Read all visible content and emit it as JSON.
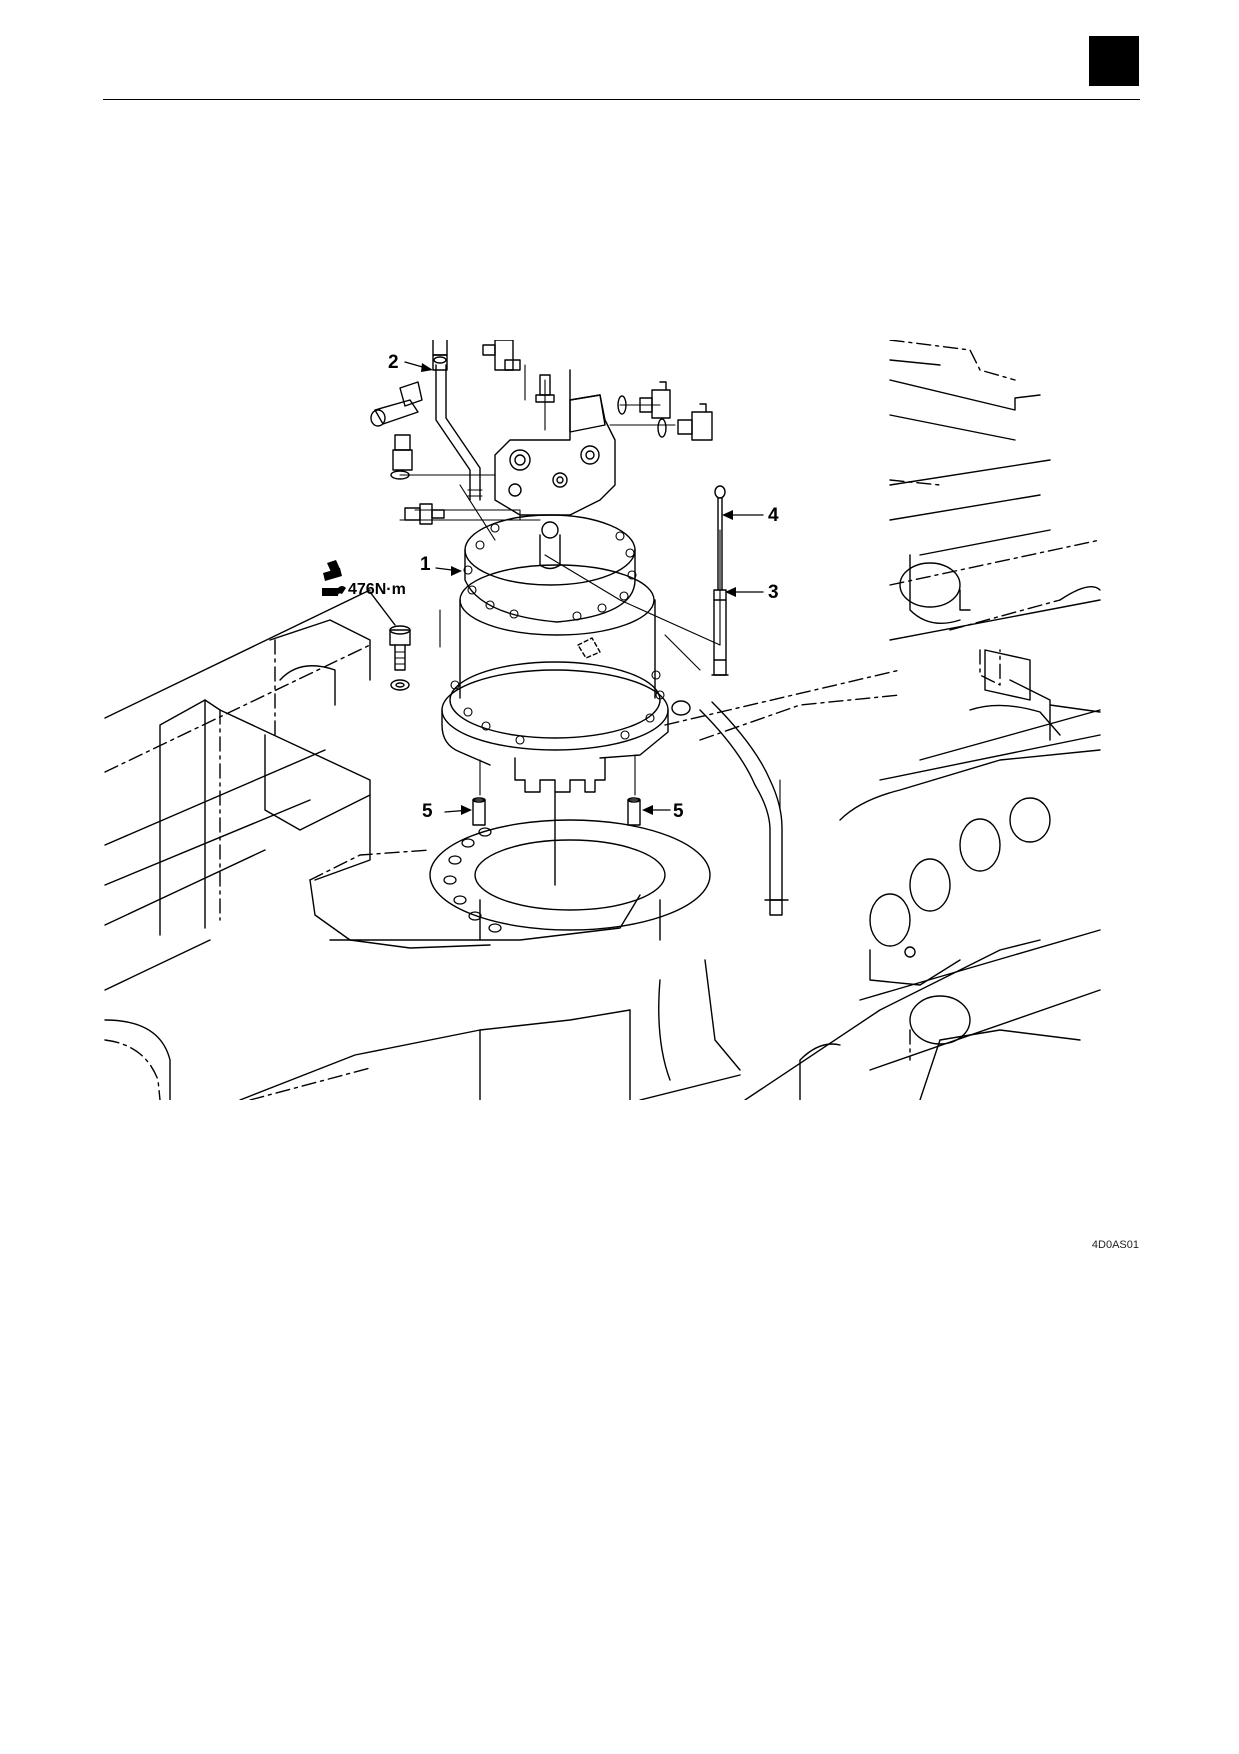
{
  "callouts": {
    "c1": "1",
    "c2": "2",
    "c3": "3",
    "c4": "4",
    "c5a": "5",
    "c5b": "5"
  },
  "torque_spec": "476N·m",
  "figure_code": "4D0AS01",
  "colors": {
    "ink": "#000000",
    "paper": "#ffffff",
    "tab": "#000000"
  },
  "icons": [
    "torque-wrench-icon"
  ]
}
